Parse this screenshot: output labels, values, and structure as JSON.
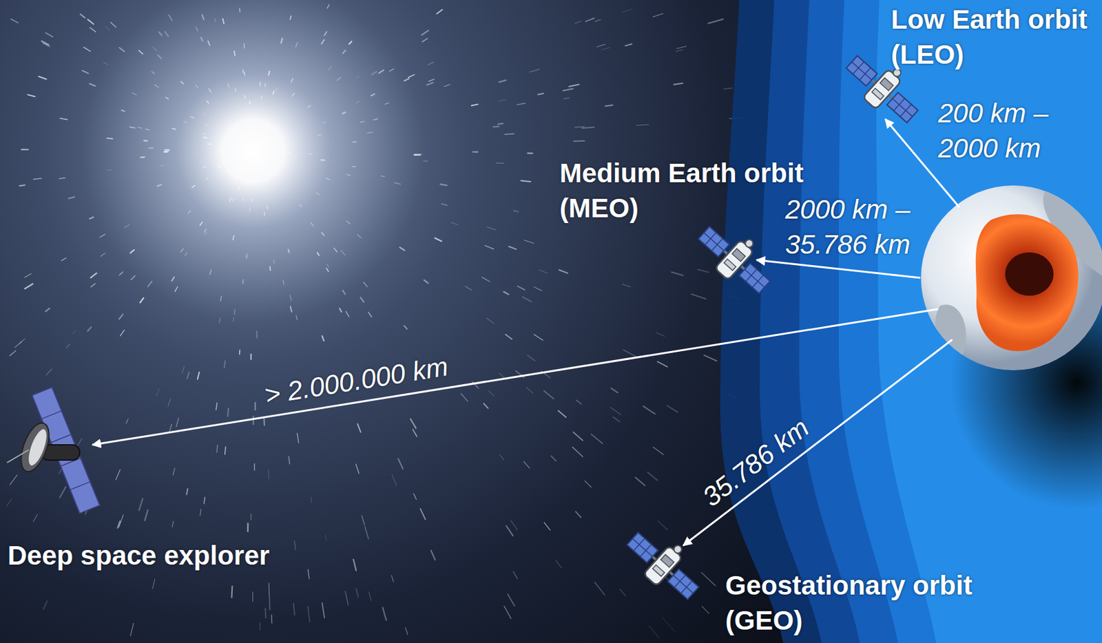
{
  "diagram": {
    "labels": [
      "Low Earth orbit (LEO)",
      "200 km – 2000 km",
      "Medium Earth orbit (MEO)",
      "2000 km – 35.786 km",
      "> 2.000.000 km",
      "35.786 km",
      "Deep space explorer",
      "Geostationary orbit (GEO)"
    ]
  }
}
